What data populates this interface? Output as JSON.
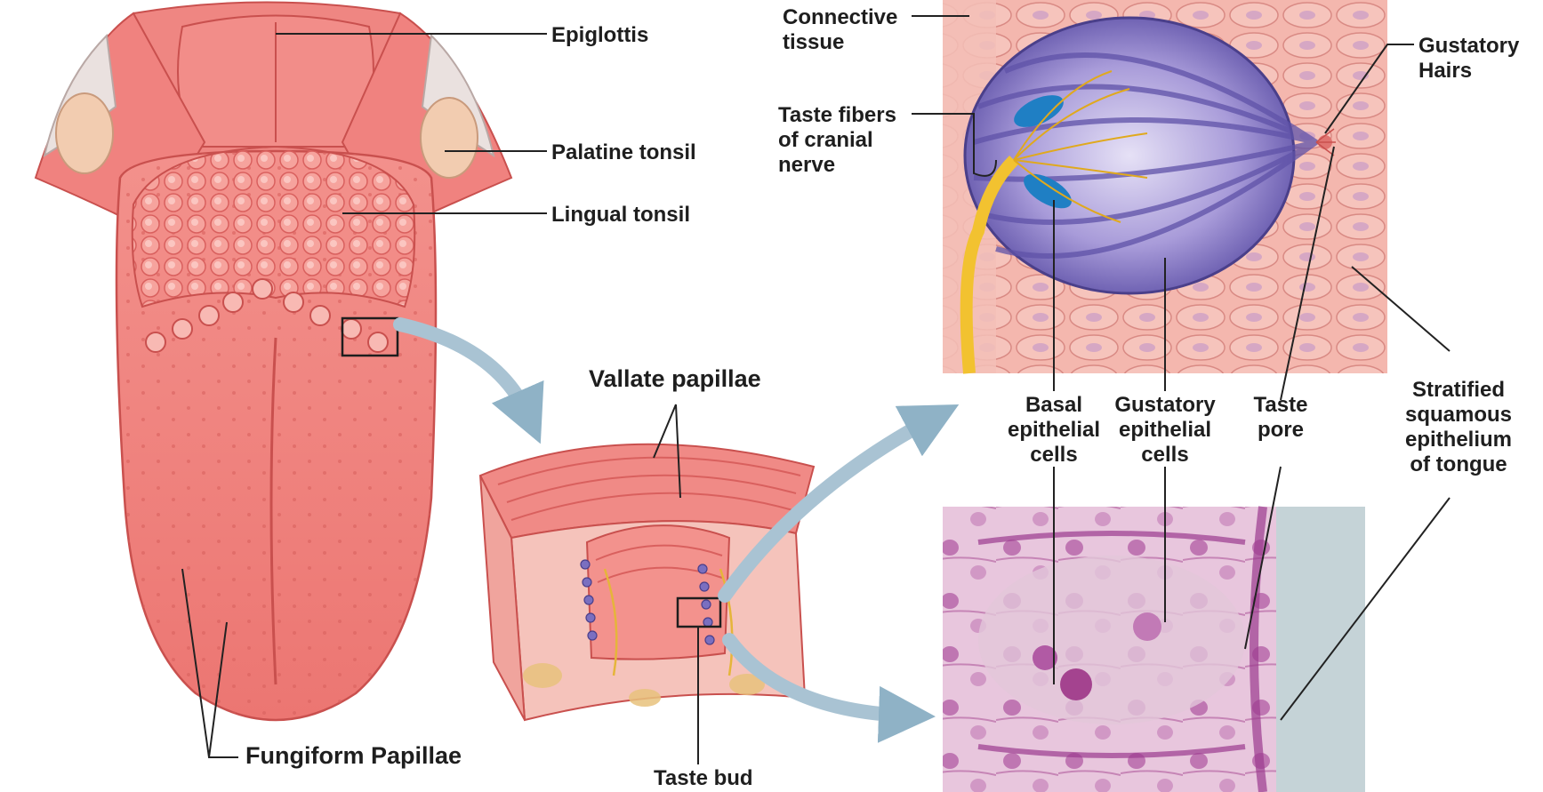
{
  "labels": {
    "epiglottis": "Epiglottis",
    "palatine_tonsil": "Palatine tonsil",
    "lingual_tonsil": "Lingual tonsil",
    "fungiform_papillae": "Fungiform Papillae",
    "vallate_papillae": "Vallate papillae",
    "taste_bud": "Taste bud",
    "connective_tissue": "Connective\ntissue",
    "taste_fibers": "Taste fibers\nof cranial\nnerve",
    "gustatory_hairs": "Gustatory\nHairs",
    "basal_cells": "Basal\nepithelial\ncells",
    "gustatory_cells": "Gustatory\nepithelial\ncells",
    "taste_pore": "Taste\npore",
    "stratified_epithelium": "Stratified\nsquamous\nepithelium\nof tongue"
  },
  "colors": {
    "tongue": "#f0827f",
    "tongue_dark": "#d9605e",
    "tongue_light": "#f7a9a3",
    "tonsil_bead": "#f49c97",
    "cartilage": "#f2ccb0",
    "bud_purple": "#7a6fc0",
    "bud_light": "#d8d2f0",
    "nerve": "#f2c230",
    "basal_blue": "#1f7fc4",
    "epithelium": "#f4b7ae",
    "histology_bg": "#e9c6df",
    "histology_dark": "#9b3a8e",
    "arrow": "#a9c3d3",
    "leader": "#222222"
  }
}
